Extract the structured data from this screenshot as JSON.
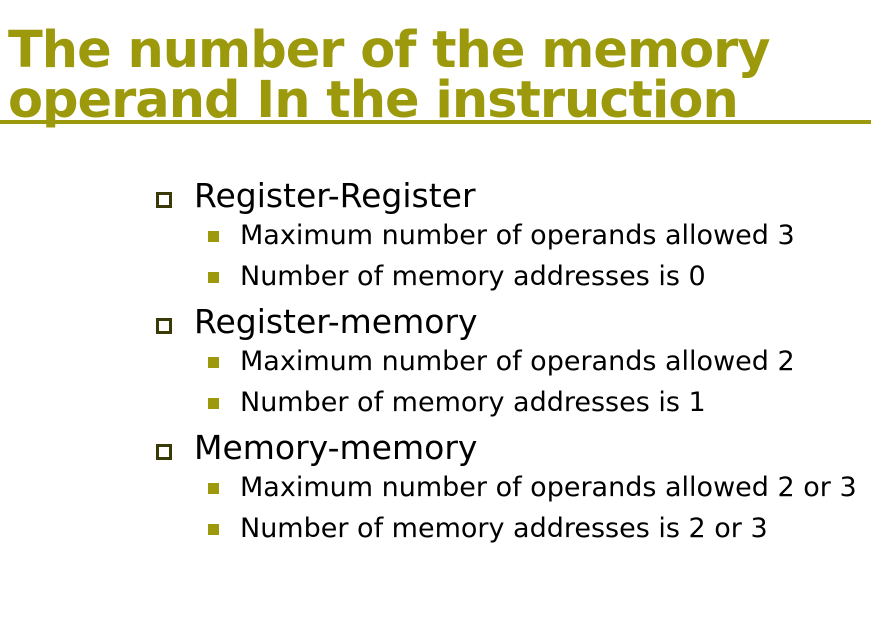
{
  "slide": {
    "title_line1": "The number of the memory",
    "title_line2": "operand In the instruction",
    "colors": {
      "accent": "#9c9a0c",
      "bullet_dark": "#3a3a06"
    },
    "sections": [
      {
        "heading": "Register-Register",
        "items": [
          "Maximum number of operands allowed 3",
          "Number of memory addresses is 0"
        ]
      },
      {
        "heading": "Register-memory",
        "items": [
          "Maximum number of operands allowed 2",
          "Number of memory addresses is 1"
        ]
      },
      {
        "heading": "Memory-memory",
        "items": [
          "Maximum number of operands allowed 2 or 3",
          "Number of memory addresses is 2 or 3"
        ]
      }
    ]
  }
}
